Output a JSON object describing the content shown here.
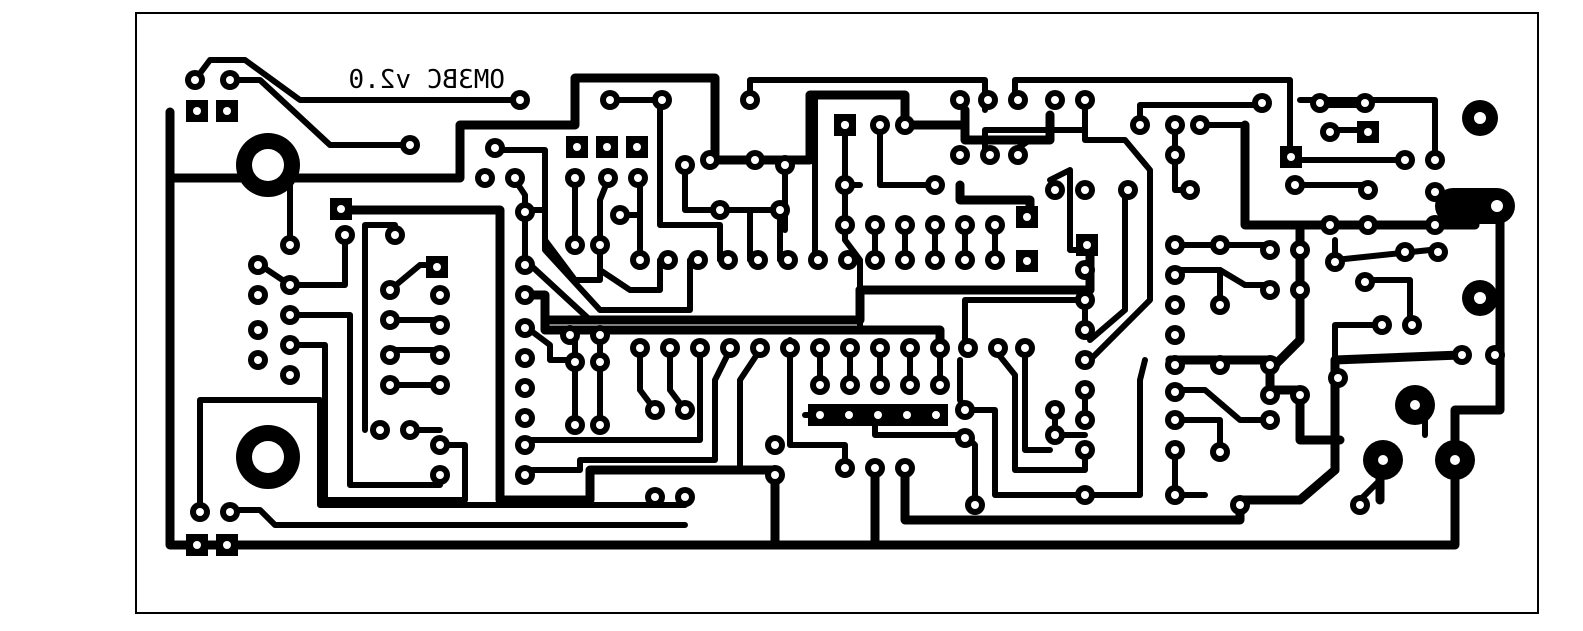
{
  "diagram": {
    "type": "pcb-copper-layout",
    "silkscreen_label": "OM3BC v2.0",
    "colors": {
      "copper": "#000000",
      "background": "#ffffff"
    },
    "elements": [
      "board-outline",
      "copper-traces",
      "round-pads",
      "square-pads",
      "mounting-holes",
      "rf-connector-pads"
    ]
  }
}
